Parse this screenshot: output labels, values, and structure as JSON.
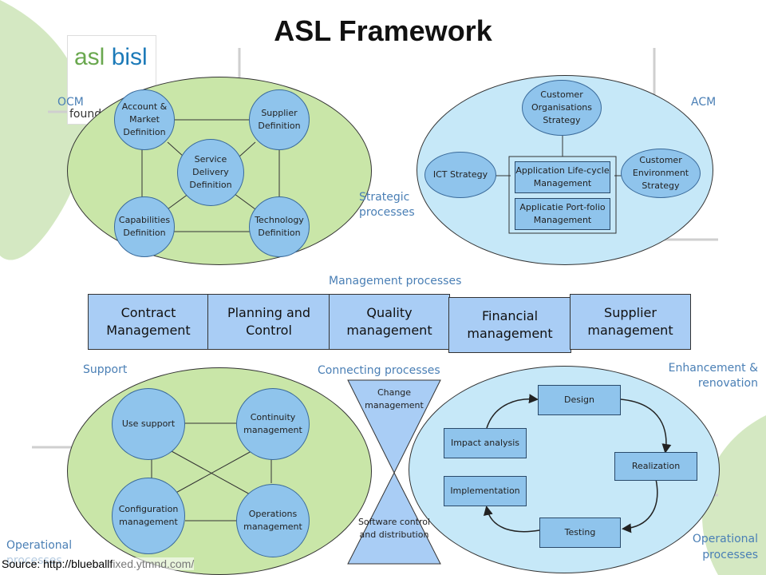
{
  "title": "ASL Framework",
  "logo": {
    "text_left": "asl",
    "text_right": "bisl",
    "subtitle": "founda"
  },
  "region_labels": {
    "ocm": "OCM",
    "acm": "ACM",
    "strategic": "Strategic processes",
    "management": "Management processes",
    "support": "Support",
    "connecting": "Connecting processes",
    "enhancement": "Enhancement & renovation",
    "operational_left": "Operational processes",
    "operational_right": "Operational processes"
  },
  "ocm": {
    "account": "Account & Market Definition",
    "supplier": "Supplier Definition",
    "service": "Service Delivery Definition",
    "capabilities": "Capabilities Definition",
    "technology": "Technology Definition"
  },
  "acm": {
    "customer_org": "Customer Organisations Strategy",
    "ict": "ICT Strategy",
    "customer_env": "Customer Environment Strategy",
    "app_lifecycle": "Application Life-cycle Management",
    "app_portfolio": "Applicatie Port-folio Management"
  },
  "management": {
    "contract": "Contract Management",
    "planning": "Planning and Control",
    "quality": "Quality management",
    "financial": "Financial management",
    "supplier": "Supplier management"
  },
  "support": {
    "use": "Use support",
    "continuity": "Continuity management",
    "configuration": "Configuration management",
    "operations": "Operations management"
  },
  "connecting": {
    "change": "Change management",
    "software": "Software control and distribution"
  },
  "enhancement": {
    "design": "Design",
    "impact": "Impact analysis",
    "realization": "Realization",
    "implementation": "Implementation",
    "testing": "Testing"
  },
  "source": {
    "prefix": "Source: http://blueballf",
    "suffix": "ixed.ytmnd.com/"
  },
  "colors": {
    "ellipse_green": "#c9e6a8",
    "ellipse_blue": "#c6e8f8",
    "node_blue": "#8fc4ec",
    "mgmt_blue": "#a9cdf5",
    "label_blue": "#4a7fb5"
  }
}
